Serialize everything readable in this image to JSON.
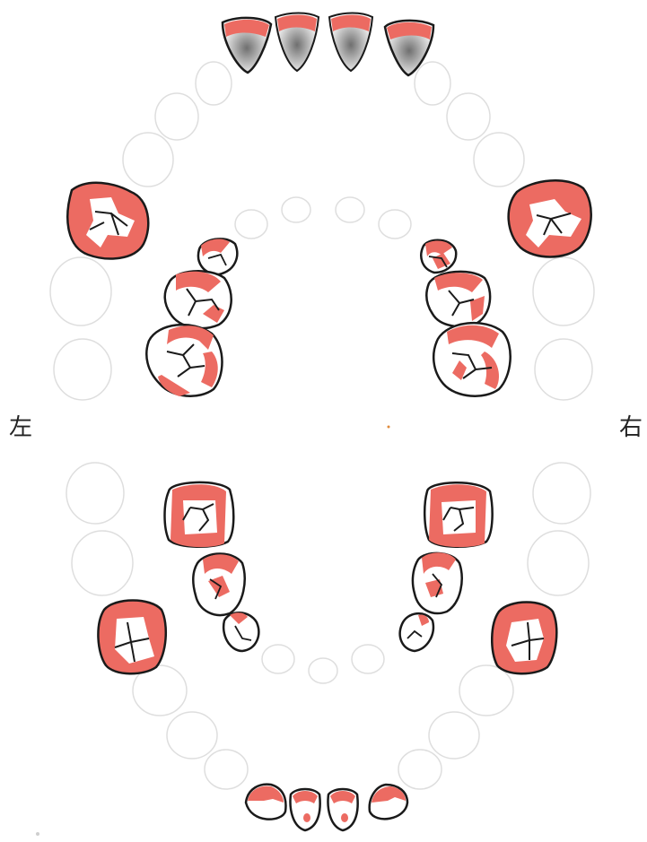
{
  "labels": {
    "left": "左",
    "right": "右"
  },
  "colors": {
    "contact": "#ec6b62",
    "outline": "#1a1a1a",
    "ghost": "#dcdcdc",
    "shade": "#b9b9b9"
  },
  "upper_incisors": [
    "tooth",
    "tooth",
    "tooth",
    "tooth"
  ],
  "lower_incisors": [
    "tooth",
    "tooth",
    "tooth",
    "tooth"
  ]
}
